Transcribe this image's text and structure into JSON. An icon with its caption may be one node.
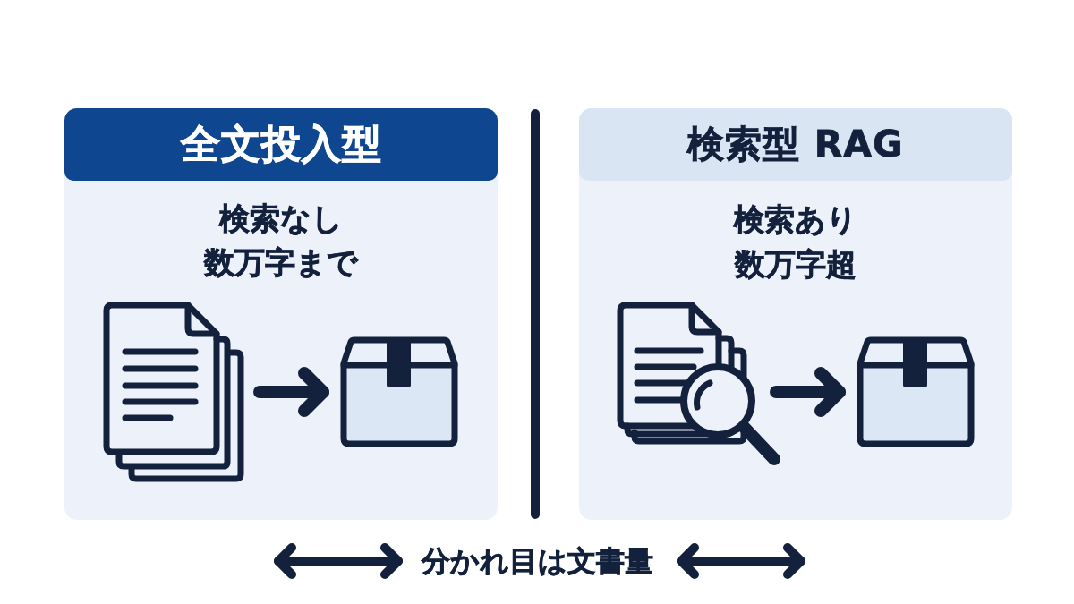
{
  "diagram": {
    "nodes": [
      {
        "text": [
          "検索なし",
          "数万字まで"
        ]
      },
      {
        "text": [
          "全文投入型"
        ],
        "in": 0
      },
      {
        "text": [],
        "shape": "picture",
        "in": 0
      },
      {
        "text": [],
        "shape": "picture",
        "in": 0
      },
      {
        "text": [
          "検索あり",
          "数万字超"
        ]
      },
      {
        "text": [
          "検索型 RAG"
        ],
        "in": 4
      },
      {
        "text": [],
        "shape": "picture",
        "in": 4
      },
      {
        "text": [],
        "shape": "picture",
        "in": 4
      }
    ],
    "edges": [
      {
        "from": 2,
        "to": 3,
        "arrow": "to"
      },
      {
        "from": 6,
        "to": 7,
        "arrow": "to"
      }
    ],
    "labels": [
      "分かれ目は文書量"
    ]
  }
}
